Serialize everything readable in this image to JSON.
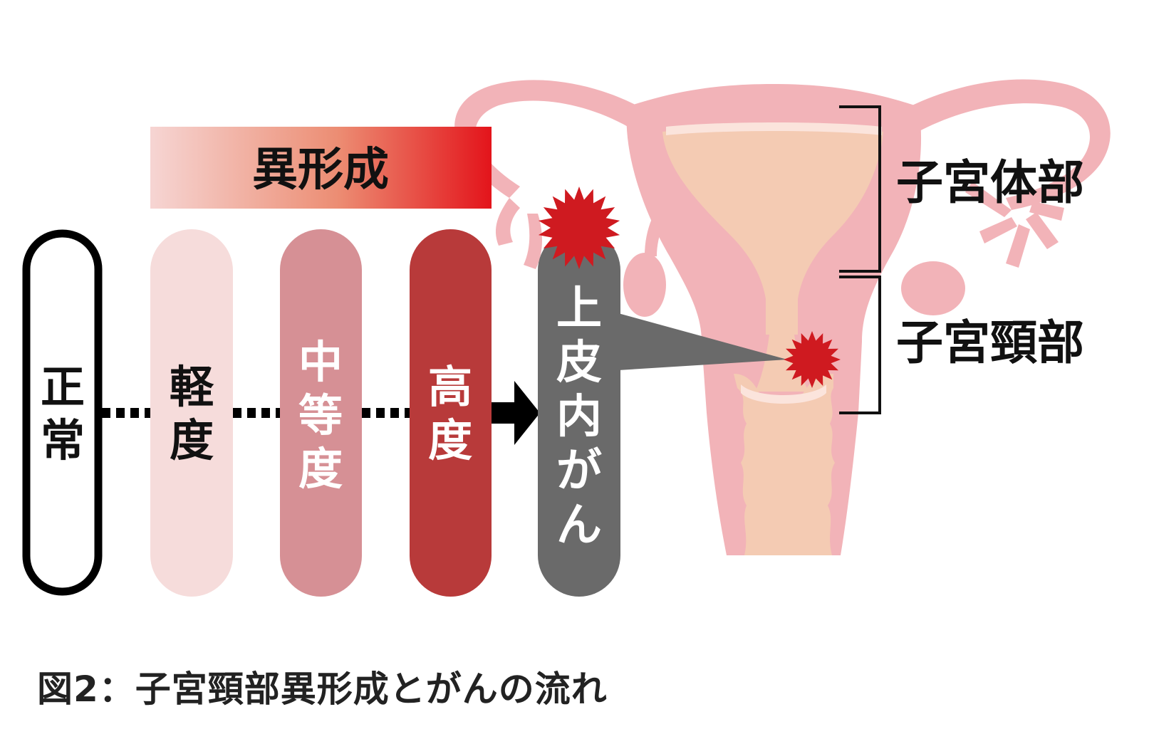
{
  "colors": {
    "header_gradient_start": "#f6d5d3",
    "header_gradient_end": "#e3141b",
    "normal_stroke": "#000000",
    "mild_fill": "#f6dcdb",
    "moderate_fill": "#d69095",
    "severe_fill": "#b83a3a",
    "cancer_fill": "#6a6a6a",
    "lesion_red": "#cf1a20",
    "uterus_outer": "#f2b3b8",
    "uterus_inner": "#f4cbb3",
    "uterus_highlight": "#fbe4dc"
  },
  "header": {
    "label": "異形成"
  },
  "stages": {
    "normal": "正常",
    "mild": "軽度",
    "moderate": "中等度",
    "severe": "高度",
    "cancer": "上皮内がん"
  },
  "anatomy": {
    "body_label": "子宮体部",
    "cervix_label": "子宮頸部"
  },
  "caption": "図2：子宮頸部異形成とがんの流れ",
  "icons": {
    "lesion": "starburst-lesion-icon",
    "arrow": "arrow-right-icon"
  }
}
